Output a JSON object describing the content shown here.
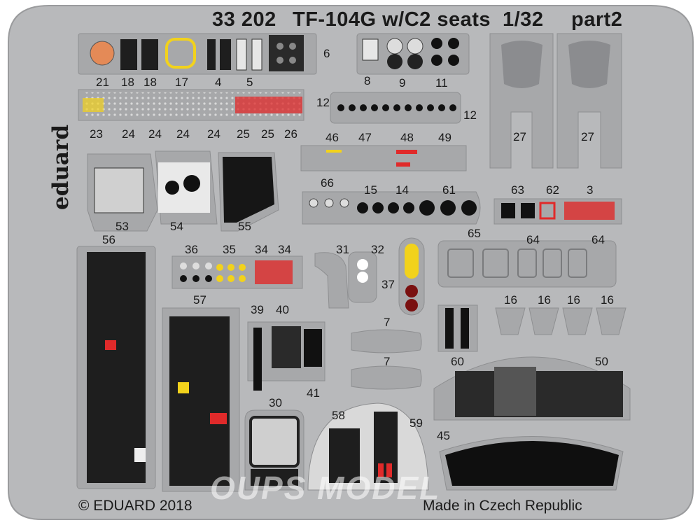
{
  "sheet": {
    "code": "33 202",
    "model": "TF-104G w/C2 seats",
    "scale": "1/32",
    "part": "part2",
    "brand": "eduard",
    "copyright": "© EDUARD 2018",
    "origin": "Made in Czech Republic",
    "watermark": "OUPS MODEL"
  },
  "labels": {
    "l21": "21",
    "l18a": "18",
    "l18b": "18",
    "l17": "17",
    "l4": "4",
    "l5": "5",
    "l6": "6",
    "l8": "8",
    "l9": "9",
    "l11": "11",
    "l12a": "12",
    "l12b": "12",
    "l23": "23",
    "l24a": "24",
    "l24b": "24",
    "l24c": "24",
    "l24d": "24",
    "l25a": "25",
    "l25b": "25",
    "l26": "26",
    "l27a": "27",
    "l27b": "27",
    "l46": "46",
    "l47": "47",
    "l48": "48",
    "l49": "49",
    "l53": "53",
    "l54": "54",
    "l55": "55",
    "l66": "66",
    "l15": "15",
    "l14": "14",
    "l61": "61",
    "l63": "63",
    "l62": "62",
    "l3": "3",
    "l56": "56",
    "l36": "36",
    "l35": "35",
    "l34a": "34",
    "l34b": "34",
    "l31": "31",
    "l32": "32",
    "l37": "37",
    "l65": "65",
    "l64a": "64",
    "l64b": "64",
    "l16a": "16",
    "l16b": "16",
    "l16c": "16",
    "l16d": "16",
    "l57": "57",
    "l39": "39",
    "l40": "40",
    "l41": "41",
    "l7a": "7",
    "l7b": "7",
    "l60": "60",
    "l50": "50",
    "l30": "30",
    "l58": "58",
    "l59": "59",
    "l45": "45"
  },
  "colors": {
    "fret": "#b8b9bb",
    "part": "#a7a8aa",
    "panel_black": "#1e1e1e",
    "accent_red": "#e02a2a",
    "accent_yellow": "#f2d21c",
    "accent_orange": "#e48a57"
  }
}
